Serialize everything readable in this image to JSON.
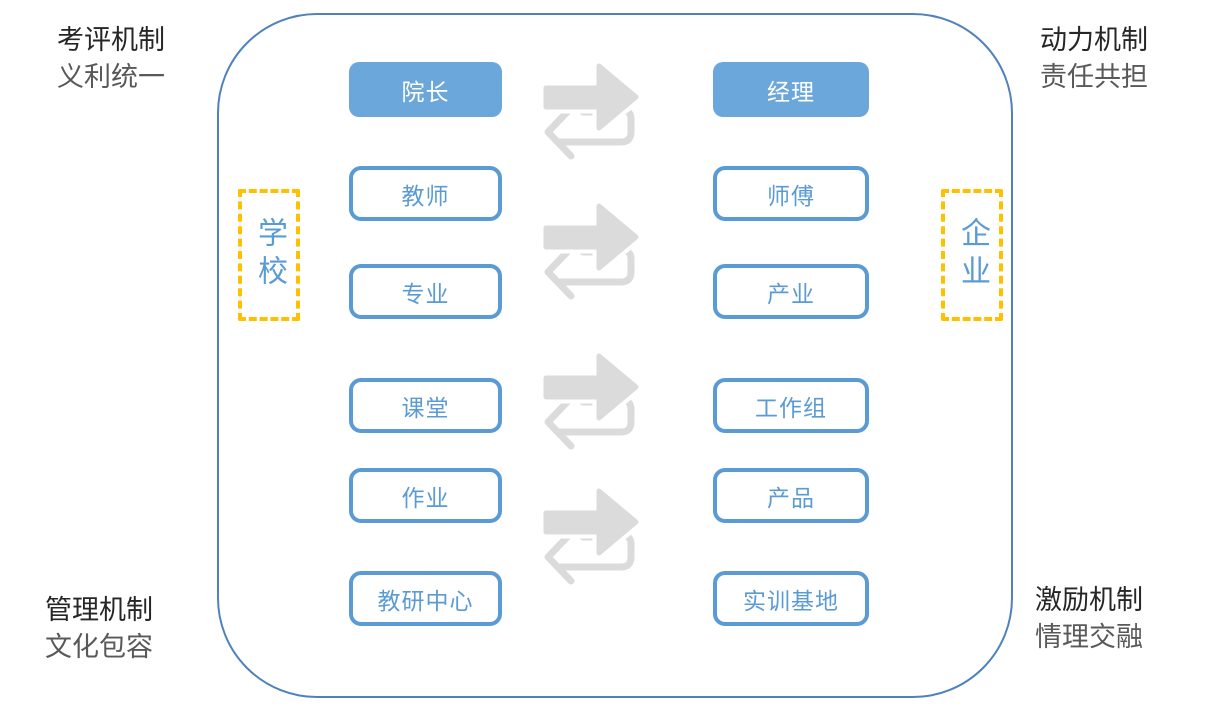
{
  "corners": {
    "top_left": {
      "mechanism": "考评机制",
      "principle": "义利统一"
    },
    "top_right": {
      "mechanism": "动力机制",
      "principle": "责任共担"
    },
    "bottom_left": {
      "mechanism": "管理机制",
      "principle": "文化包容"
    },
    "bottom_right": {
      "mechanism": "激励机制",
      "principle": "情理交融"
    }
  },
  "entities": {
    "school": "学校",
    "enterprise": "企业"
  },
  "pairs": [
    {
      "school": "院长",
      "enterprise": "经理",
      "style": "filled"
    },
    {
      "school": "教师",
      "enterprise": "师傅",
      "style": "outlined"
    },
    {
      "school": "专业",
      "enterprise": "产业",
      "style": "outlined"
    },
    {
      "school": "课堂",
      "enterprise": "工作组",
      "style": "outlined"
    },
    {
      "school": "作业",
      "enterprise": "产品",
      "style": "outlined"
    },
    {
      "school": "教研中心",
      "enterprise": "实训基地",
      "style": "outlined"
    }
  ],
  "icons": {
    "exchange_arrows": "two-way-exchange-arrows"
  },
  "colors": {
    "node_fill_blue": "#6CA7DC",
    "node_outline_blue": "#5B9BD5",
    "entity_dashed_yellow": "#FFC000",
    "container_border_blue": "#4F81BD",
    "arrow_gray": "#DBDBDB",
    "mechanism_text": "#262626",
    "principle_text": "#595959"
  }
}
